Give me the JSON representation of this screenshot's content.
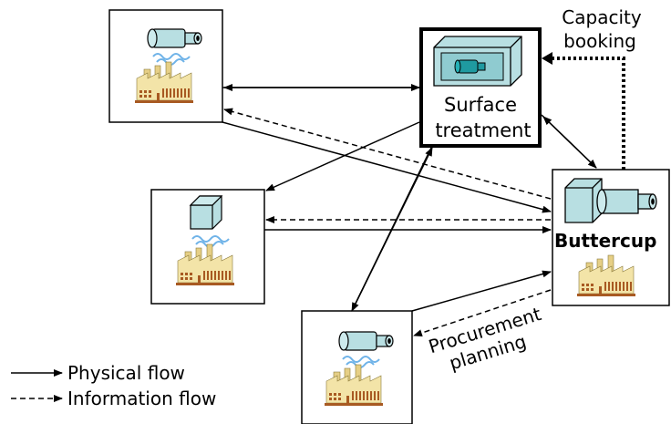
{
  "nodes": {
    "surface": {
      "label_line1": "Surface",
      "label_line2": "treatment"
    },
    "buttercup": {
      "label": "Buttercup"
    }
  },
  "annotations": {
    "capacity_line1": "Capacity",
    "capacity_line2": "booking",
    "procurement_line1": "Procurement",
    "procurement_line2": "planning"
  },
  "legend": {
    "physical": "Physical flow",
    "information": "Information flow"
  },
  "colors": {
    "factory": "#f3e4a8",
    "factory_brick": "#a85a22",
    "water": "#6fb3e8",
    "cylinder": "#b8dfe2",
    "cylinder_dark": "#1f9aa0"
  }
}
